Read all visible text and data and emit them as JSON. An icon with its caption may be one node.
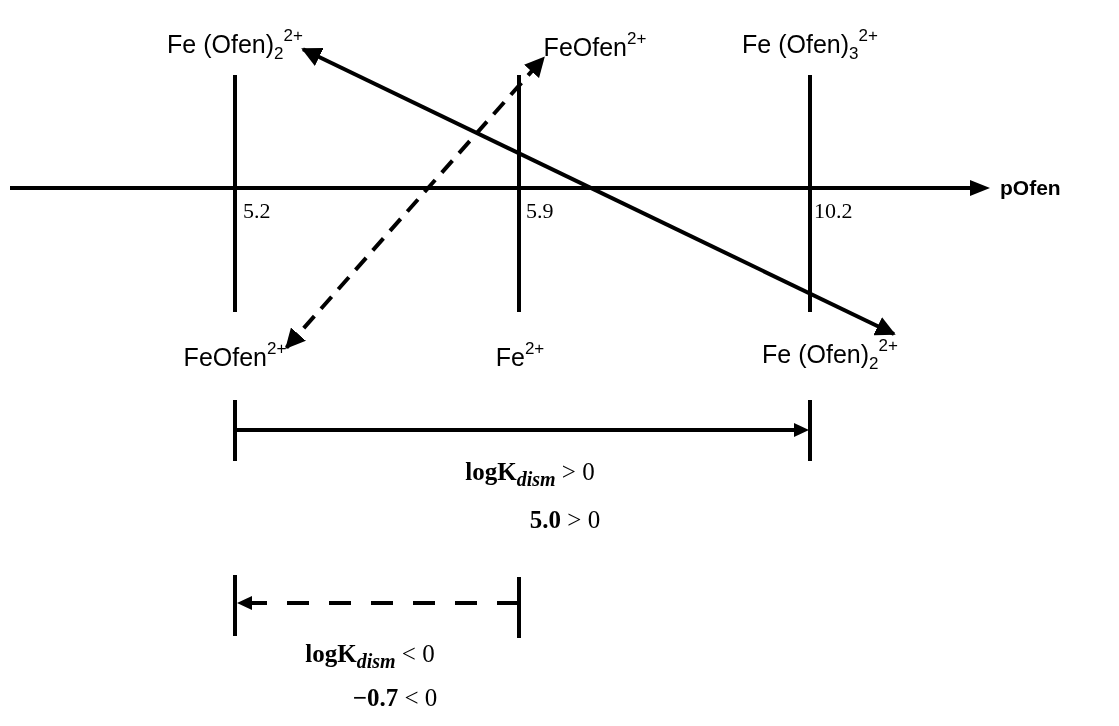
{
  "diagram": {
    "nodes": [
      {
        "text": [
          "Fe (Ofen)$_{2}$$^{2+}$"
        ]
      },
      {
        "text": [
          "FeOfen$^{2+}$"
        ]
      },
      {
        "text": [
          "Fe (Ofen)$_{3}$$^{2+}$"
        ]
      },
      {
        "text": [
          "FeOfen$^{2+}$"
        ]
      },
      {
        "text": [
          "Fe$^{2+}$"
        ]
      },
      {
        "text": [
          "Fe (Ofen)$_{2}$$^{2+}$"
        ]
      }
    ],
    "edges": [
      {
        "from": 0,
        "to": 5,
        "arrow": "both"
      },
      {
        "from": 3,
        "to": 1,
        "arrow": "both",
        "style": "dashed"
      }
    ],
    "labels": [
      "pOfen",
      "5.2",
      "5.9",
      "10.2",
      "**logK**$_{dism}$ > 0",
      "**5.0** > 0",
      "**logK**$_{dism}$ < 0",
      "**−0.7** < 0"
    ]
  }
}
